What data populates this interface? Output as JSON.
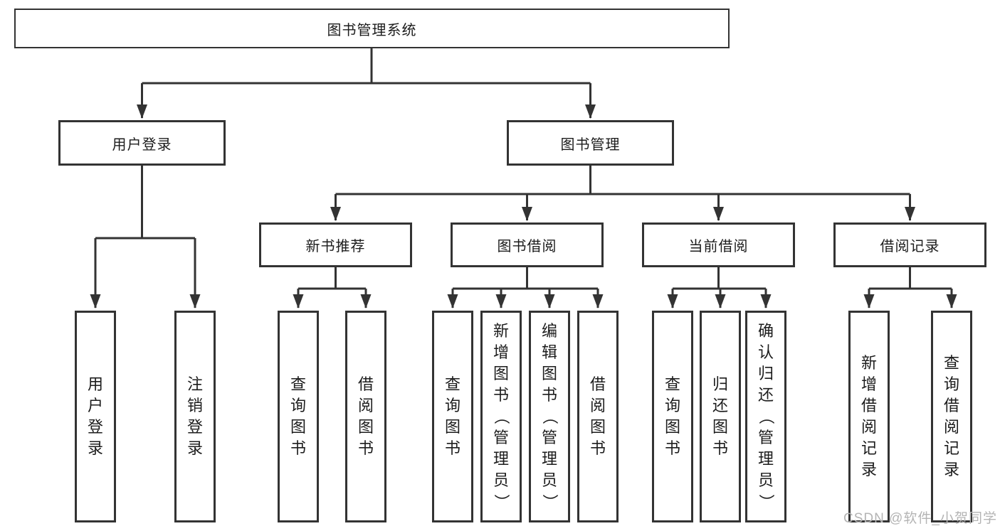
{
  "colors": {
    "line": "#333333",
    "box_border": "#333333",
    "box_fill": "#ffffff",
    "text": "#1c1c1c",
    "watermark": "#b4b4b4"
  },
  "tree": {
    "root": {
      "label": "图书管理系统"
    },
    "level2": [
      {
        "label": "用户登录"
      },
      {
        "label": "图书管理"
      }
    ],
    "level3": [
      {
        "label": "新书推荐"
      },
      {
        "label": "图书借阅"
      },
      {
        "label": "当前借阅"
      },
      {
        "label": "借阅记录"
      }
    ],
    "leaves": {
      "login": [
        {
          "label": "用户登录"
        },
        {
          "label": "注销登录"
        }
      ],
      "recommend": [
        {
          "label": "查询图书"
        },
        {
          "label": "借阅图书"
        }
      ],
      "borrow": [
        {
          "label": "查询图书"
        },
        {
          "label": "新增图书（管理员）"
        },
        {
          "label": "编辑图书（管理员）"
        },
        {
          "label": "借阅图书"
        }
      ],
      "current": [
        {
          "label": "查询图书"
        },
        {
          "label": "归还图书"
        },
        {
          "label": "确认归还（管理员）"
        }
      ],
      "records": [
        {
          "label": "新增借阅记录"
        },
        {
          "label": "查询借阅记录"
        }
      ]
    }
  },
  "watermark": {
    "text": "CSDN @软件_小贺同学"
  }
}
